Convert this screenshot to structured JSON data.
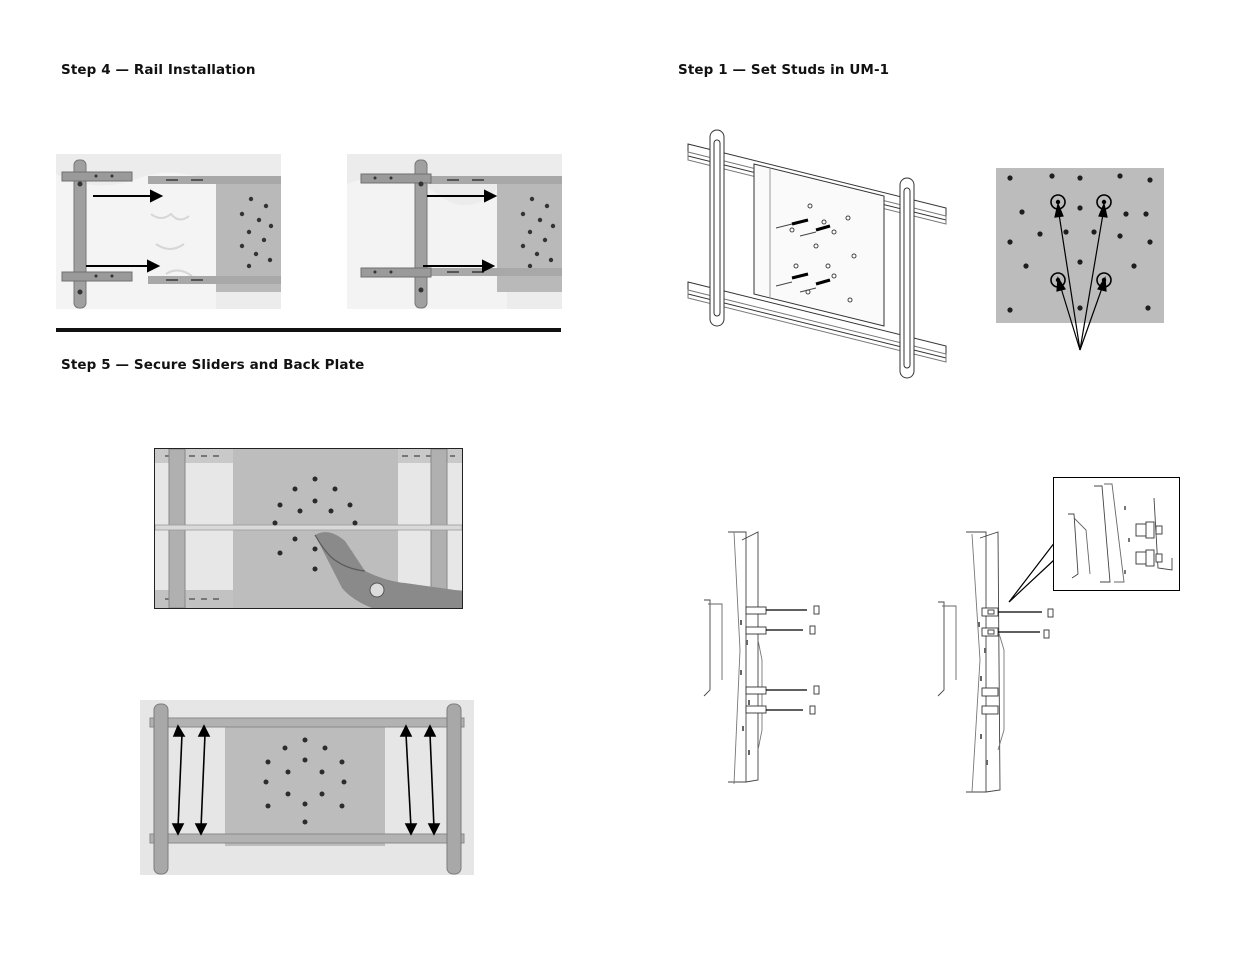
{
  "left_page": {
    "step4": {
      "title": "Step 4 — Rail Installation"
    },
    "step5": {
      "title": "Step 5 — Secure Sliders and Back Plate"
    }
  },
  "right_page": {
    "step1": {
      "title": "Step 1 — Set Studs in UM-1"
    }
  },
  "colors": {
    "ink": "#111111",
    "photo_bg": "#e9e9e9",
    "metal": "#b8b8b8",
    "metal_dark": "#8c8c8c"
  }
}
